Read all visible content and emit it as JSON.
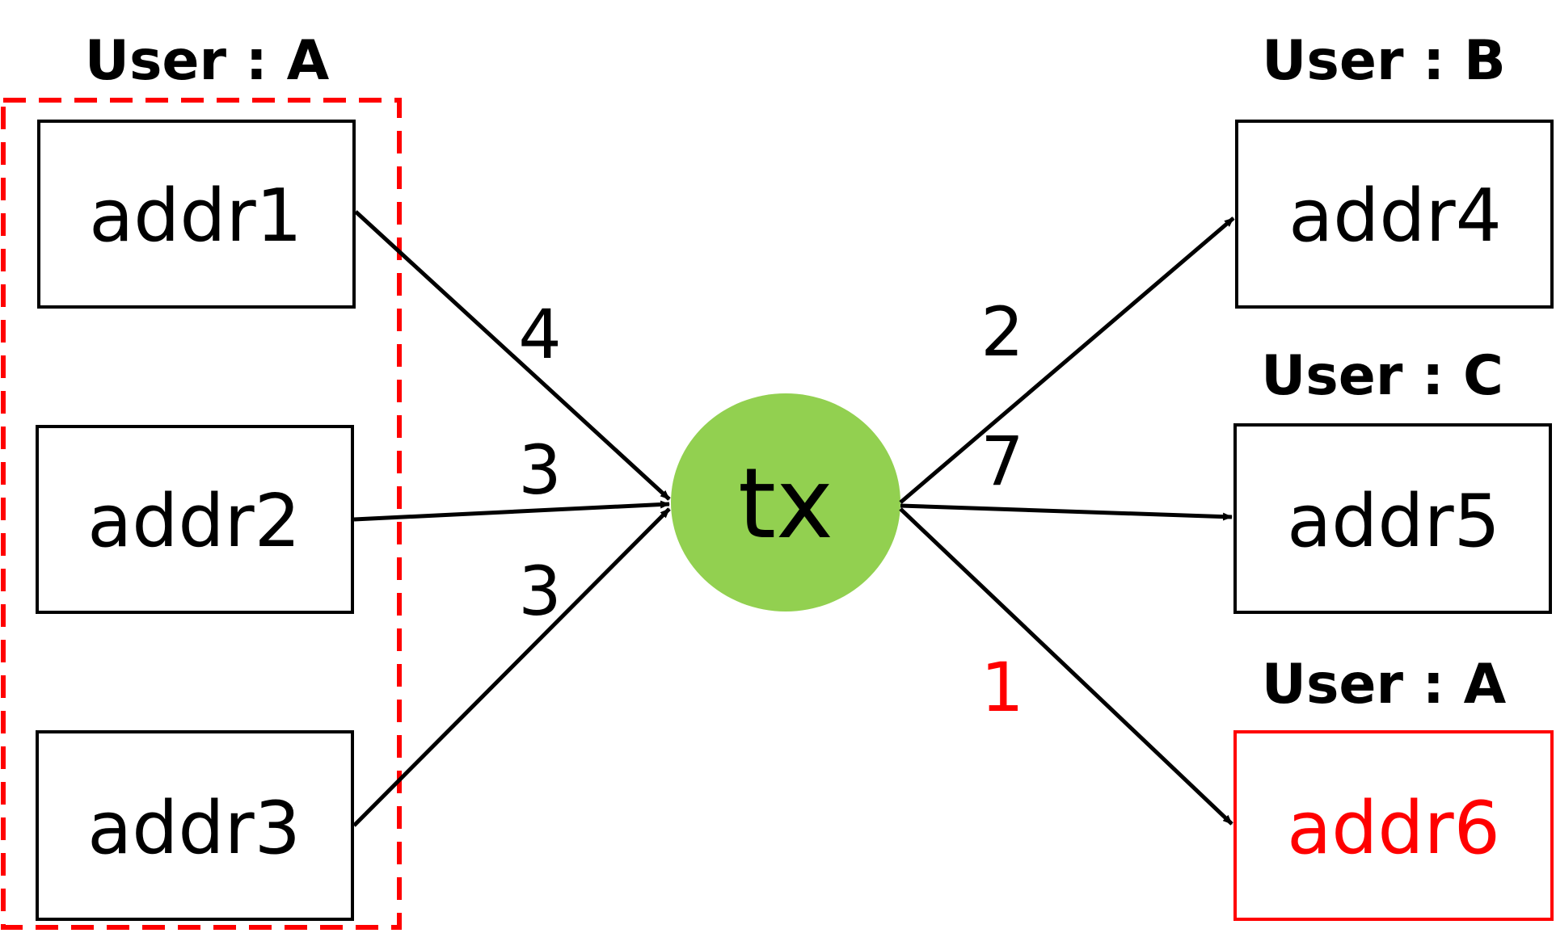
{
  "diagram": {
    "group_label": "User : A",
    "inputs": [
      {
        "addr": "addr1",
        "value": "4"
      },
      {
        "addr": "addr2",
        "value": "3"
      },
      {
        "addr": "addr3",
        "value": "3"
      }
    ],
    "tx": {
      "label": "tx",
      "color": "#92d050"
    },
    "outputs": [
      {
        "user": "User : B",
        "addr": "addr4",
        "value": "2",
        "highlight": false
      },
      {
        "user": "User : C",
        "addr": "addr5",
        "value": "7",
        "highlight": false
      },
      {
        "user": "User : A",
        "addr": "addr6",
        "value": "1",
        "highlight": true
      }
    ],
    "colors": {
      "edge": "#000000",
      "highlight": "#ff0000",
      "box_border": "#000000",
      "group_border": "#ff0000"
    }
  }
}
